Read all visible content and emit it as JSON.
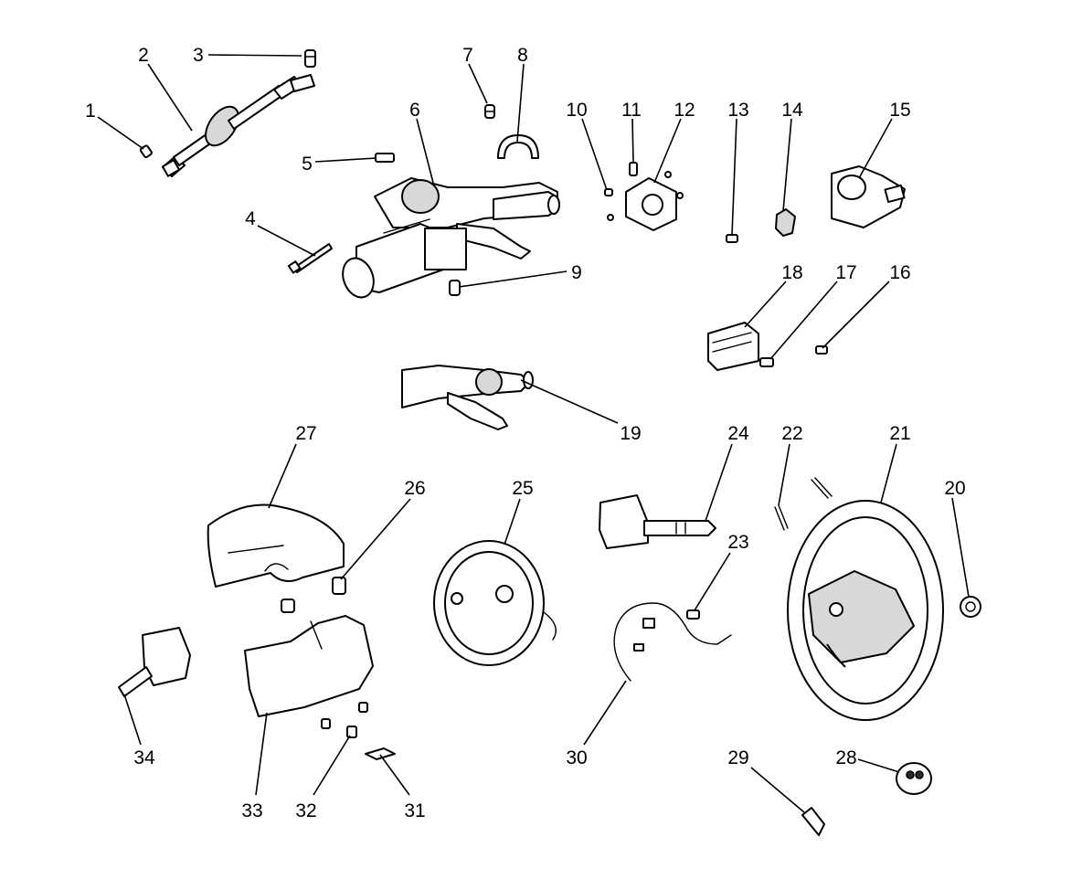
{
  "diagram": {
    "callouts": [
      {
        "id": "c1",
        "label": "1"
      },
      {
        "id": "c2",
        "label": "2"
      },
      {
        "id": "c3",
        "label": "3"
      },
      {
        "id": "c4",
        "label": "4"
      },
      {
        "id": "c5",
        "label": "5"
      },
      {
        "id": "c6",
        "label": "6"
      },
      {
        "id": "c7",
        "label": "7"
      },
      {
        "id": "c8",
        "label": "8"
      },
      {
        "id": "c9",
        "label": "9"
      },
      {
        "id": "c10",
        "label": "10"
      },
      {
        "id": "c11",
        "label": "11"
      },
      {
        "id": "c12",
        "label": "12"
      },
      {
        "id": "c13",
        "label": "13"
      },
      {
        "id": "c14",
        "label": "14"
      },
      {
        "id": "c15",
        "label": "15"
      },
      {
        "id": "c16",
        "label": "16"
      },
      {
        "id": "c17",
        "label": "17"
      },
      {
        "id": "c18",
        "label": "18"
      },
      {
        "id": "c19",
        "label": "19"
      },
      {
        "id": "c20",
        "label": "20"
      },
      {
        "id": "c21",
        "label": "21"
      },
      {
        "id": "c22",
        "label": "22"
      },
      {
        "id": "c23",
        "label": "23"
      },
      {
        "id": "c24",
        "label": "24"
      },
      {
        "id": "c25",
        "label": "25"
      },
      {
        "id": "c26",
        "label": "26"
      },
      {
        "id": "c27",
        "label": "27"
      },
      {
        "id": "c28",
        "label": "28"
      },
      {
        "id": "c29",
        "label": "29"
      },
      {
        "id": "c30",
        "label": "30"
      },
      {
        "id": "c31",
        "label": "31"
      },
      {
        "id": "c32",
        "label": "32"
      },
      {
        "id": "c33",
        "label": "33"
      },
      {
        "id": "c34",
        "label": "34"
      }
    ]
  }
}
